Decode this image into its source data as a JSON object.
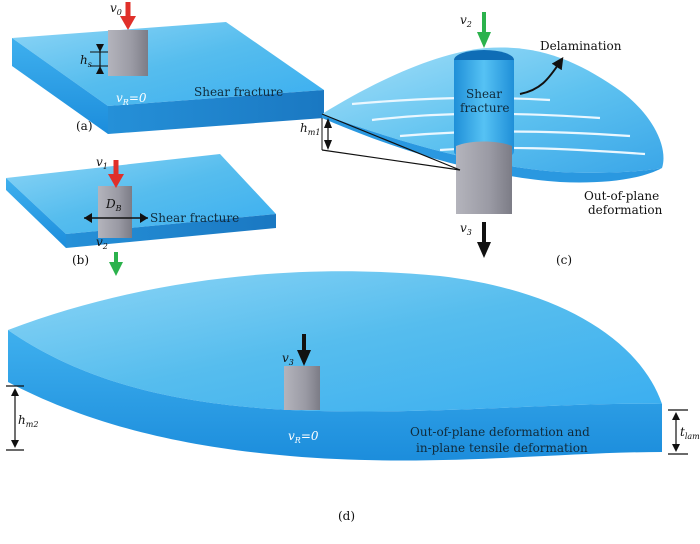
{
  "colors": {
    "slab_top": "#5cc0ee",
    "slab_front": "#2aa4ea",
    "slab_side": "#1b86cf",
    "projectile": "#9a9aa4",
    "arrow_red": "#e0302a",
    "arrow_green": "#2bb24c",
    "arrow_black": "#111111"
  },
  "panel_a": {
    "caption": "(a)",
    "velocity_symbol": "v",
    "velocity_sub": "0",
    "thickness_symbol": "h",
    "thickness_sub": "s",
    "residual_symbol": "v",
    "residual_sub": "R",
    "residual_value": "=0",
    "fracture_label": "Shear fracture"
  },
  "panel_b": {
    "caption": "(b)",
    "velocity_symbol": "v",
    "velocity_sub": "1",
    "diameter_symbol": "D",
    "diameter_sub": "B",
    "fracture_label": "Shear fracture",
    "next_velocity_symbol": "v",
    "next_velocity_sub": "2"
  },
  "panel_c": {
    "caption": "(c)",
    "velocity_in_symbol": "v",
    "velocity_in_sub": "2",
    "velocity_out_symbol": "v",
    "velocity_out_sub": "3",
    "thickness_symbol": "h",
    "thickness_sub": "m1",
    "delamination_label": "Delamination",
    "fracture_label_1": "Shear",
    "fracture_label_2": "fracture",
    "deformation_label_1": "Out-of-plane",
    "deformation_label_2": "deformation"
  },
  "panel_d": {
    "caption": "(d)",
    "velocity_symbol": "v",
    "velocity_sub": "3",
    "thickness_symbol": "h",
    "thickness_sub": "m2",
    "laminate_symbol": "t",
    "laminate_sub": "lam.",
    "residual_symbol": "v",
    "residual_sub": "R",
    "residual_value": "=0",
    "deformation_label_1": "Out-of-plane deformation and",
    "deformation_label_2": "in-plane tensile deformation"
  }
}
